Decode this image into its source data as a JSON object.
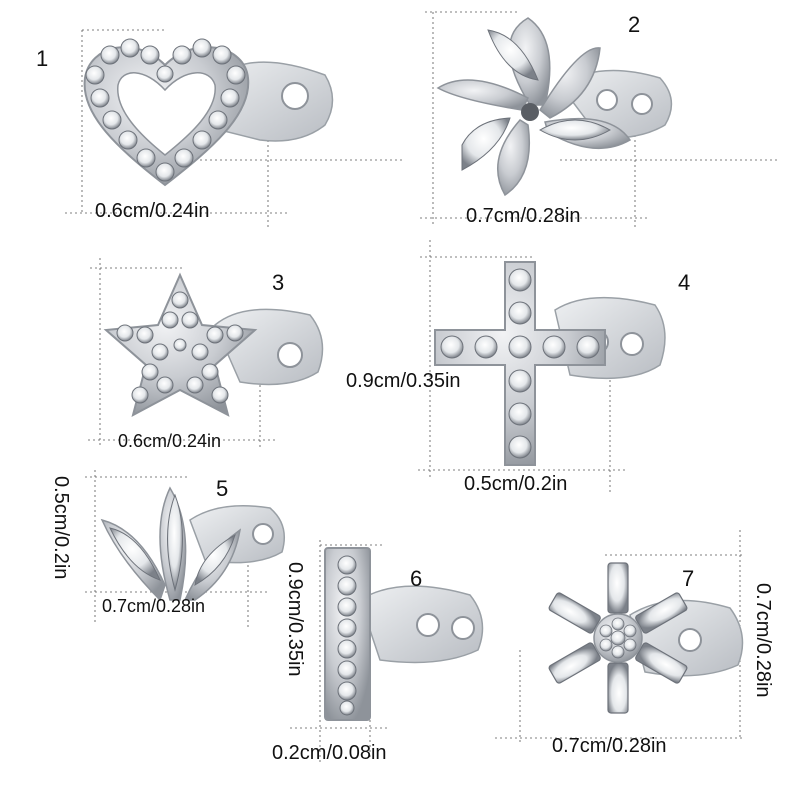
{
  "items": [
    {
      "number": "1",
      "shape": "heart",
      "dims": [
        "0.6cm/0.24in"
      ]
    },
    {
      "number": "2",
      "shape": "flower",
      "dims": [
        "0.7cm/0.28in"
      ]
    },
    {
      "number": "3",
      "shape": "star",
      "dims": [
        "0.6cm/0.24in"
      ]
    },
    {
      "number": "4",
      "shape": "cross",
      "dims": [
        "0.9cm/0.35in",
        "0.5cm/0.2in"
      ]
    },
    {
      "number": "5",
      "shape": "crown",
      "dims": [
        "0.5cm/0.2in",
        "0.7cm/0.28in"
      ]
    },
    {
      "number": "6",
      "shape": "bar",
      "dims": [
        "0.9cm/0.35in",
        "0.2cm/0.08in"
      ]
    },
    {
      "number": "7",
      "shape": "snowflake",
      "dims": [
        "0.7cm/0.28in",
        "0.7cm/0.28in"
      ]
    }
  ],
  "colors": {
    "metal": "#c9ccd1",
    "metal_dark": "#8e939a",
    "crystal": "#f4f6f8",
    "guide_line": "#555555"
  }
}
